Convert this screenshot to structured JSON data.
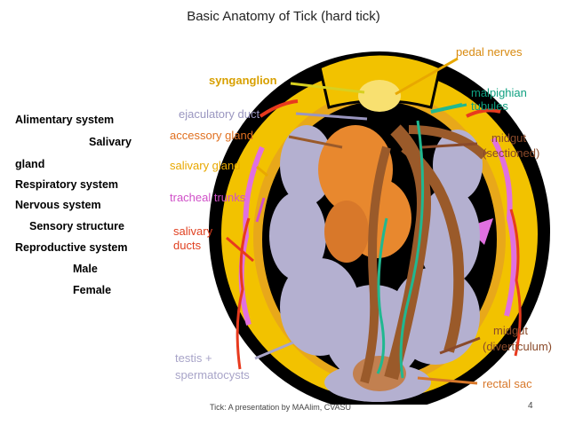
{
  "slide": {
    "title": "Basic  Anatomy of Tick (hard tick)",
    "footer": "Tick: A presentation by MAAlim, CVASU",
    "page_number": "4"
  },
  "left_list": [
    "Alimentary system",
    "Salivary",
    "gland",
    "Respiratory system",
    "Nervous system",
    "Sensory structure",
    "Reproductive system",
    "Male",
    "Female"
  ],
  "figure_labels": {
    "pedal_nerves": "pedal nerves",
    "synganglion": "synganglion",
    "malpighian": "malpighian",
    "tubules": "tubules",
    "ejaculatory_duct": "ejaculatory duct",
    "accessory_gland": "accessory gland",
    "midgut": "midgut",
    "sectioned": "(sectioned)",
    "salivary_gland": "salivary gland",
    "tracheal_trunks": "tracheal trunks",
    "salivary": "salivary",
    "ducts": "ducts",
    "midgut2": "midgut",
    "diverticulum": "(diverticulum)",
    "testis": "testis +",
    "spermatocysts": "spermatocysts",
    "rectal_sac": "rectal sac"
  },
  "colors": {
    "body_outline": "#000000",
    "cuticle": "#f2c200",
    "inner_border": "#e8a81a",
    "trachea": "#e070e0",
    "salivary_duct": "#e83a1e",
    "testis": "#b4b0d0",
    "gut": "#9a5a2a",
    "accessory_gland": "#e8882e",
    "malpighian": "#20b890",
    "synganglion": "#f8e070",
    "pedal_nerves_label": "#d88a10",
    "ejaculatory_label": "#9a96c0",
    "accessory_label": "#e07020",
    "midgut_label": "#8a4a2a",
    "salivary_gland_label": "#e8a800",
    "tracheal_label": "#d050c8",
    "salivary_ducts_label": "#e04020",
    "testis_label": "#a8a4c8",
    "malpighian_label": "#10a080"
  }
}
